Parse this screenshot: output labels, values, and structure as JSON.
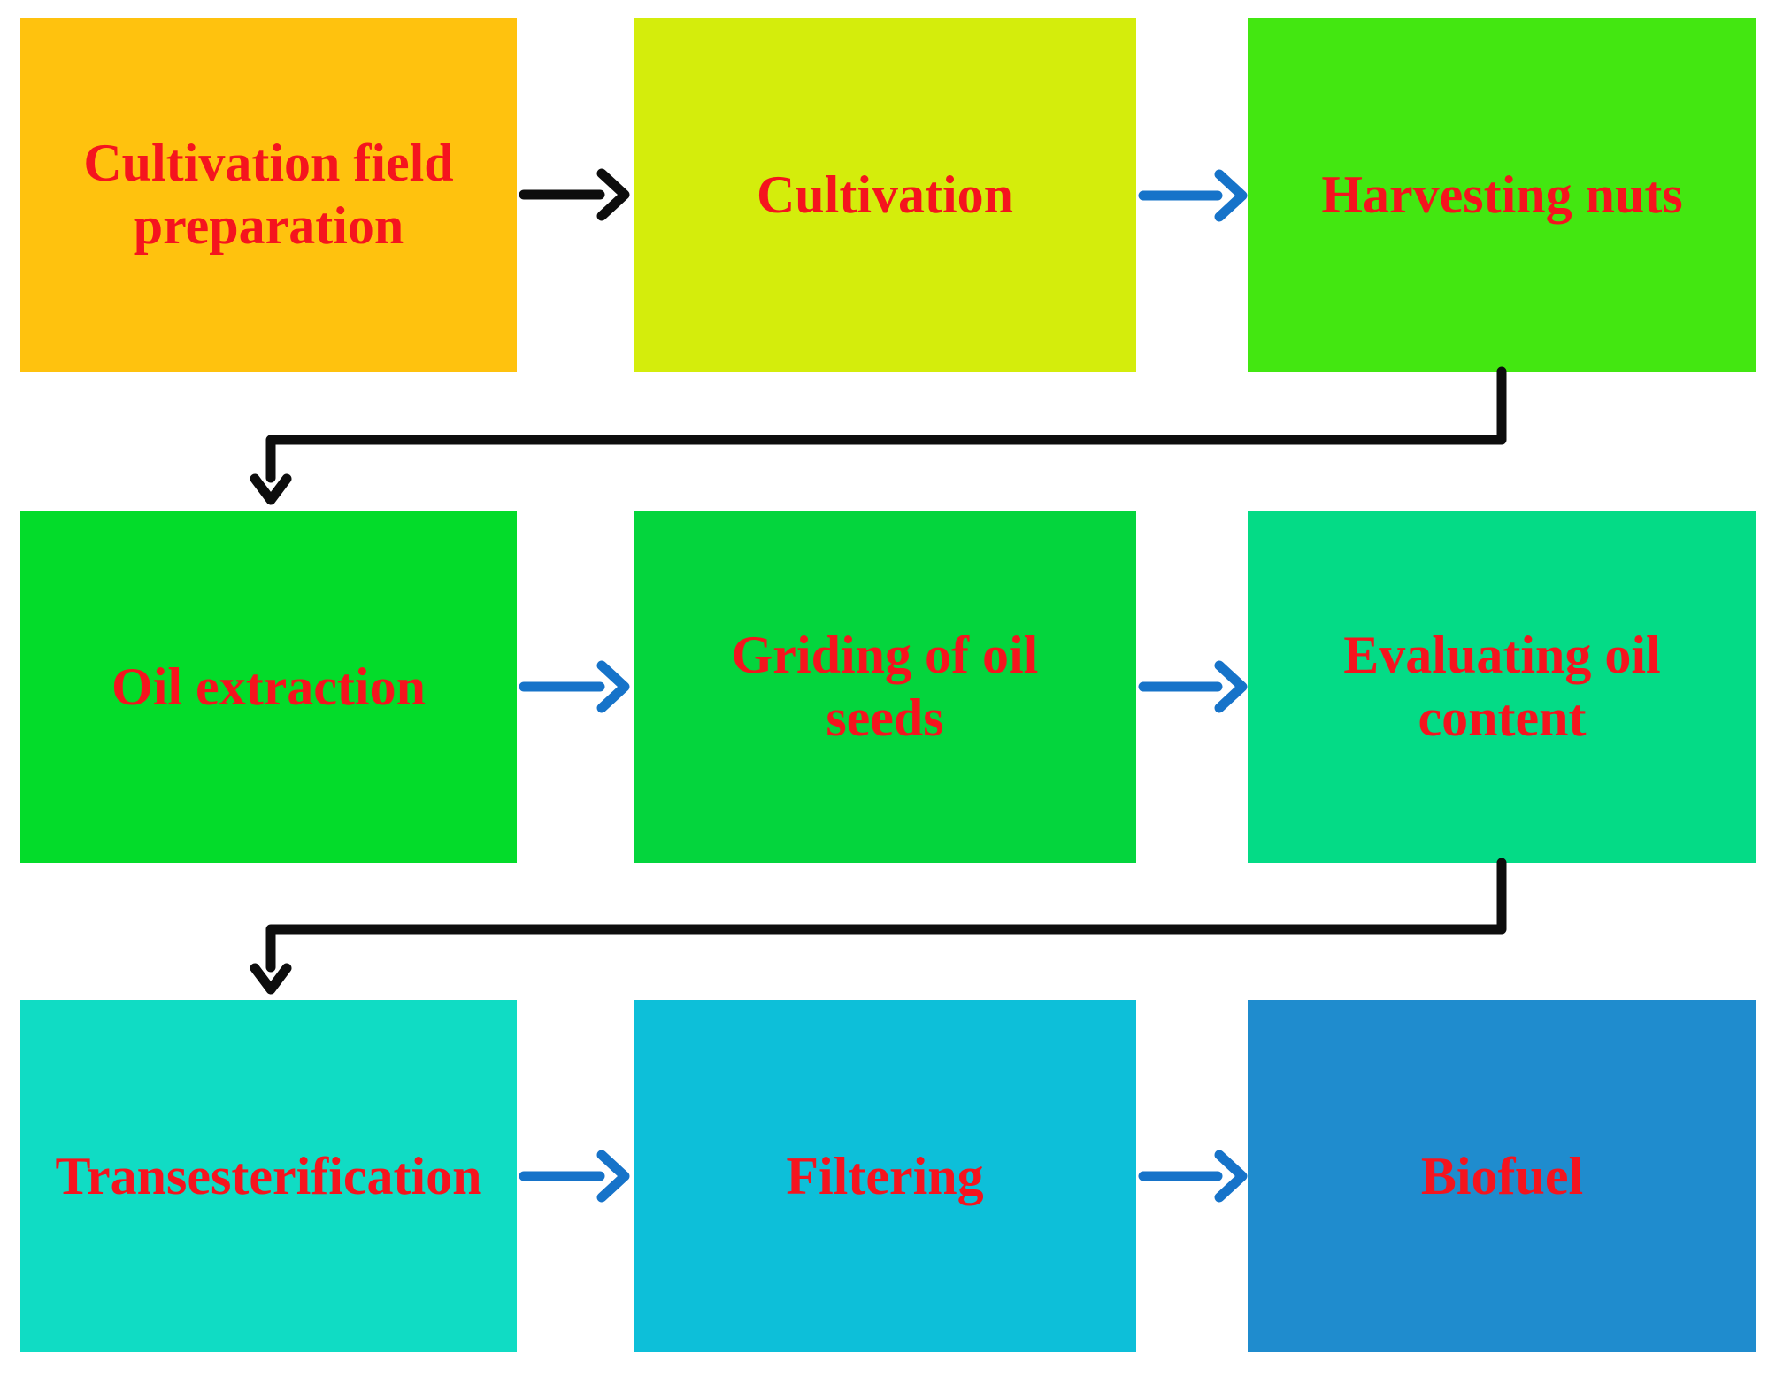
{
  "colors": {
    "background": "#ffffff",
    "text": "#f5141e",
    "arrow_black": "#0d0d0d",
    "arrow_blue": "#1673c9"
  },
  "diagram": {
    "type": "flowchart",
    "boxes": [
      {
        "id": "cultivation-field-preparation",
        "label": "Cultivation field\npreparation",
        "color": "#ffc20e"
      },
      {
        "id": "cultivation",
        "label": "Cultivation",
        "color": "#d4ed0c"
      },
      {
        "id": "harvesting-nuts",
        "label": "Harvesting nuts",
        "color": "#43e711"
      },
      {
        "id": "oil-extraction",
        "label": "Oil extraction",
        "color": "#03dc2a"
      },
      {
        "id": "griding-of-oil-seeds",
        "label": "Griding of oil\nseeds",
        "color": "#04d53d"
      },
      {
        "id": "evaluating-oil-content",
        "label": "Evaluating oil\ncontent",
        "color": "#04db86"
      },
      {
        "id": "transesterification",
        "label": "Transesterification",
        "color": "#10dcc4"
      },
      {
        "id": "filtering",
        "label": "Filtering",
        "color": "#0dbfd9"
      },
      {
        "id": "biofuel",
        "label": "Biofuel",
        "color": "#1f8cce"
      }
    ],
    "arrows": [
      {
        "from": "cultivation-field-preparation",
        "to": "cultivation",
        "color_name": "black",
        "style": "straight"
      },
      {
        "from": "cultivation",
        "to": "harvesting-nuts",
        "color_name": "blue",
        "style": "straight"
      },
      {
        "from": "harvesting-nuts",
        "to": "oil-extraction",
        "color_name": "black",
        "style": "elbow"
      },
      {
        "from": "oil-extraction",
        "to": "griding-of-oil-seeds",
        "color_name": "blue",
        "style": "straight"
      },
      {
        "from": "griding-of-oil-seeds",
        "to": "evaluating-oil-content",
        "color_name": "blue",
        "style": "straight"
      },
      {
        "from": "evaluating-oil-content",
        "to": "transesterification",
        "color_name": "black",
        "style": "elbow"
      },
      {
        "from": "transesterification",
        "to": "filtering",
        "color_name": "blue",
        "style": "straight"
      },
      {
        "from": "filtering",
        "to": "biofuel",
        "color_name": "blue",
        "style": "straight"
      }
    ]
  }
}
